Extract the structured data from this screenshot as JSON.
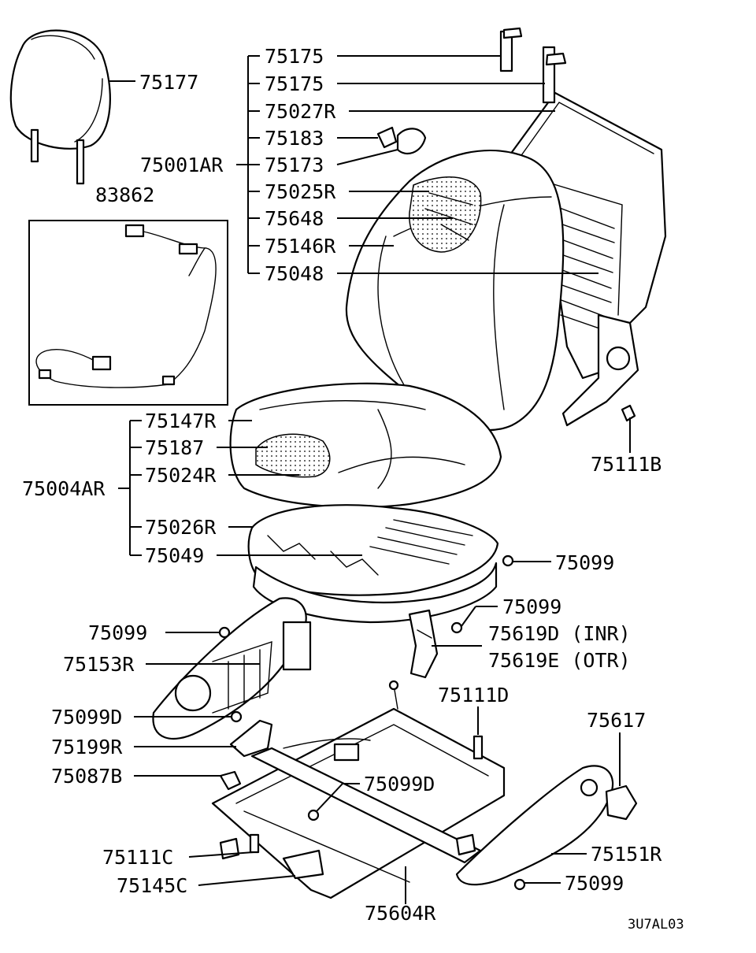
{
  "labels": {
    "headrest": "75177",
    "guide_upper": "75175",
    "guide_lower": "75175",
    "back_frame_trim": "75027R",
    "knob_small": "75183",
    "knob_large": "75173",
    "seatback_assy": "75001AR",
    "back_pad_cover": "75025R",
    "back_heater": "75648",
    "back_cover": "75146R",
    "back_frame": "75048",
    "harness": "83862",
    "back_bolt": "75111B",
    "cushion_cover": "75147R",
    "cushion_heater": "75187",
    "cushion_pad": "75024R",
    "cushion_assy": "75004AR",
    "cushion_frame_trim": "75026R",
    "cushion_frame": "75049",
    "screw_right_upper": "75099",
    "screw_right_mid": "75099",
    "inner_cover_inr": "75619D (INR)",
    "inner_cover_otr": "75619E (OTR)",
    "screw_left": "75099",
    "side_shield": "75153R",
    "screw_d": "75099D",
    "bracket": "75199R",
    "nut": "75087B",
    "bolt_d": "75111D",
    "screw_center_d": "75099D",
    "knob_recline": "75617",
    "bolt_c": "75111C",
    "outer_shield": "75151R",
    "cover_rail": "75145C",
    "screw_bottom": "75099",
    "adjuster": "75604R"
  },
  "diagram_code": "3U7AL03"
}
